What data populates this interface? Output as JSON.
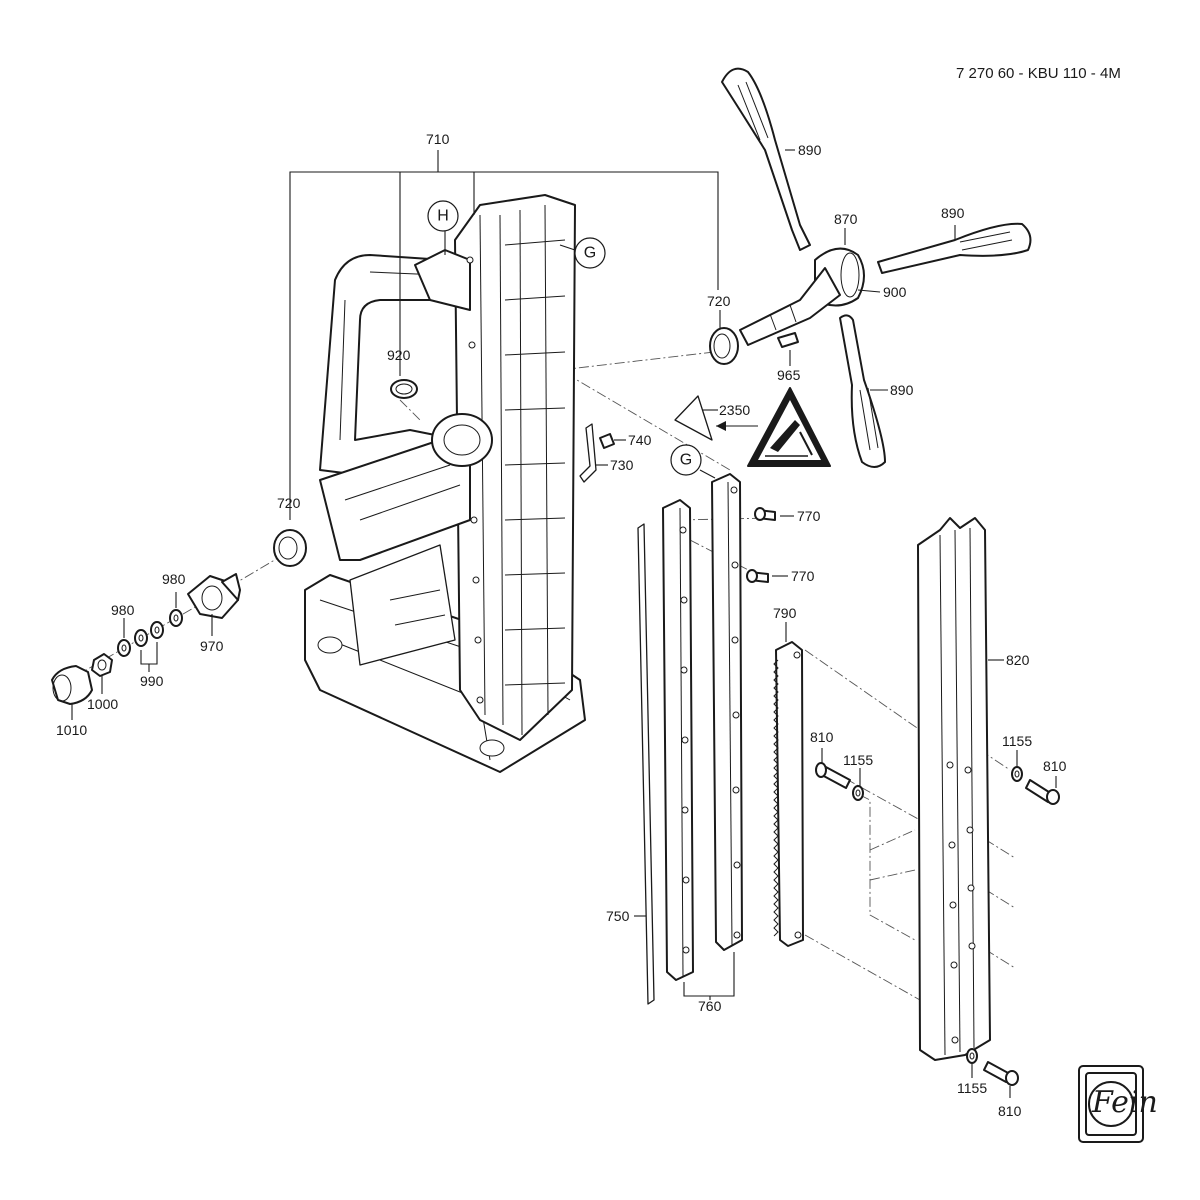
{
  "drawing_code": "7 270 60 - KBU 110 - 4M",
  "markers": {
    "h": "H",
    "g1": "G",
    "g2": "G"
  },
  "labels": {
    "l710": "710",
    "l890a": "890",
    "l890b": "890",
    "l890c": "890",
    "l870": "870",
    "l900": "900",
    "l720a": "720",
    "l720b": "720",
    "l920": "920",
    "l965": "965",
    "l2350": "2350",
    "l740": "740",
    "l730": "730",
    "l770a": "770",
    "l770b": "770",
    "l980a": "980",
    "l980b": "980",
    "l970": "970",
    "l990": "990",
    "l1000": "1000",
    "l1010": "1010",
    "l790": "790",
    "l820": "820",
    "l810a": "810",
    "l810b": "810",
    "l810c": "810",
    "l1155a": "1155",
    "l1155b": "1155",
    "l1155c": "1155",
    "l750": "750",
    "l760": "760"
  },
  "logo": {
    "text": "Fein"
  },
  "colors": {
    "ink": "#1a1a1a",
    "paper": "#ffffff",
    "shade": "#d8d8d8"
  }
}
